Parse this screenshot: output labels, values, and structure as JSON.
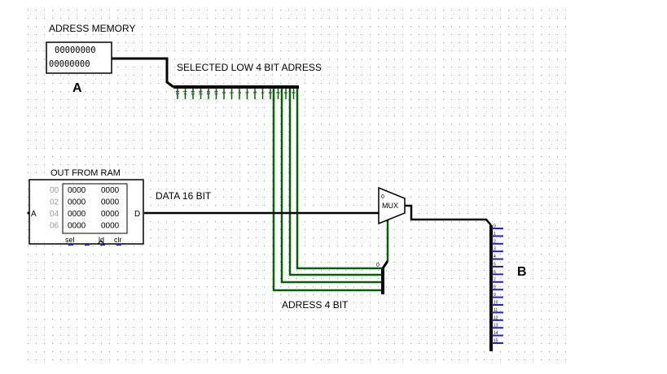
{
  "labels": {
    "address_memory_title": "ADRESS MEMORY",
    "address_memory_tag": "A",
    "selected_low": "SELECTED LOW 4 BIT ADRESS",
    "out_from_ram": "OUT FROM RAM",
    "data_16_bit": "DATA 16 BIT",
    "address_4_bit": "ADRESS 4 BIT",
    "output_tag": "B"
  },
  "address_memory": {
    "row1": "00000000",
    "row2": "00000000"
  },
  "ram": {
    "addresses": [
      "00",
      "02",
      "04",
      "06"
    ],
    "col1": [
      "0000",
      "0000",
      "0000",
      "0000"
    ],
    "col2": [
      "0000",
      "0000",
      "0000",
      "0000"
    ],
    "port_a": "A",
    "port_d": "D",
    "bottom_pins": [
      "sel",
      "ld",
      "clr"
    ]
  },
  "mux": {
    "label": "MUX",
    "input0": "0",
    "select_label": "0"
  },
  "splitter_top_pins": [
    "15",
    "14",
    "13",
    "12",
    "11",
    "10",
    "9",
    "8",
    "7",
    "6",
    "5",
    "4",
    "3",
    "2",
    "1",
    "0"
  ],
  "splitter_bottom_label": "0",
  "output_bits": [
    "0",
    "1",
    "2",
    "3",
    "4",
    "5",
    "6",
    "7",
    "8",
    "9",
    "10",
    "11",
    "12",
    "13",
    "14",
    "15"
  ],
  "colors": {
    "wire": "#000000",
    "bit_wire": "#006400",
    "output_pin": "#1f1fe0",
    "grid_dot": "#9a9a9a",
    "component_border": "#000000"
  }
}
